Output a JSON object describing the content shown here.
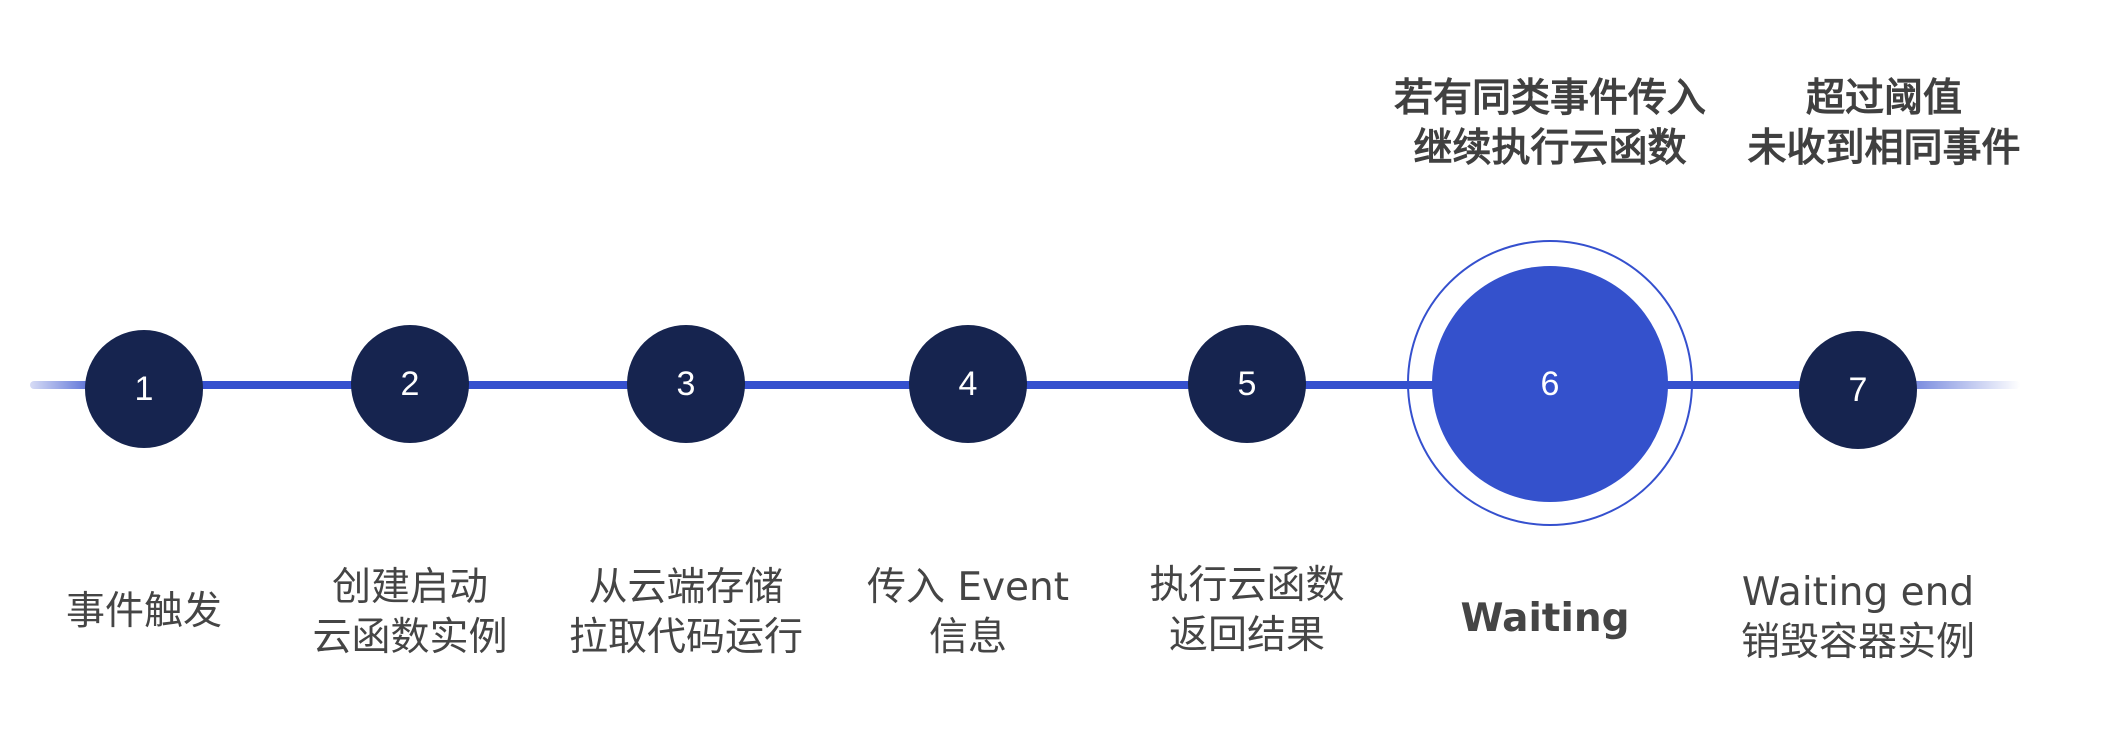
{
  "steps": [
    {
      "number": "1",
      "label": [
        "事件触发"
      ]
    },
    {
      "number": "2",
      "label": [
        "创建启动",
        "云函数实例"
      ]
    },
    {
      "number": "3",
      "label": [
        "从云端存储",
        "拉取代码运行"
      ]
    },
    {
      "number": "4",
      "label": [
        "传入 Event",
        "信息"
      ]
    },
    {
      "number": "5",
      "label": [
        "执行云函数",
        "返回结果"
      ]
    },
    {
      "number": "6",
      "label": [
        "Waiting"
      ],
      "active": true
    },
    {
      "number": "7",
      "label": [
        "Waiting end",
        "销毁容器实例"
      ]
    }
  ],
  "annotations": {
    "repeat": [
      "若有同类事件传入",
      "继续执行云函数"
    ],
    "timeout": [
      "超过阈值",
      "未收到相同事件"
    ]
  },
  "colors": {
    "node": "#16244f",
    "active_node": "#3451cc",
    "line": "#3550ce",
    "text": "#454545"
  }
}
